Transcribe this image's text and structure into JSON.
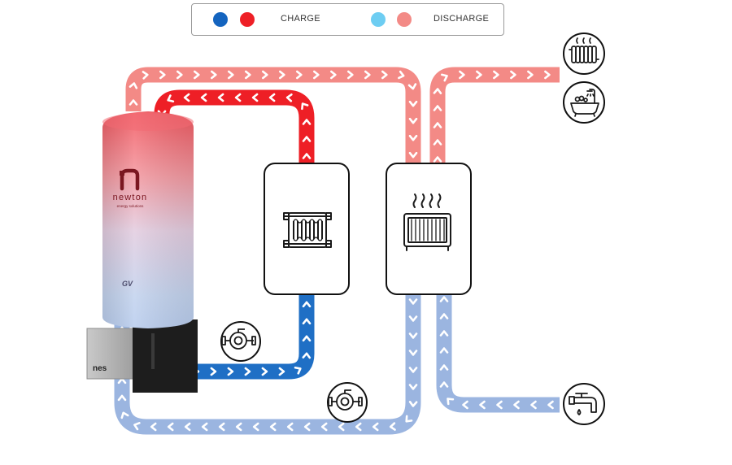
{
  "legend": {
    "charge_label": "CHARGE",
    "discharge_label": "DISCHARGE",
    "charge_colors": [
      "#1464bf",
      "#ee1f26"
    ],
    "discharge_colors": [
      "#6dcdf2",
      "#f38a86"
    ]
  },
  "tank": {
    "brand_name": "newton",
    "brand_tagline": "energy solutions",
    "model_mark": "GV",
    "base_mark": "nes"
  },
  "colors": {
    "charge_hot": "#ee1f26",
    "charge_cold": "#1f6fc5",
    "discharge_hot": "#f38a86",
    "discharge_cold": "#9bb5e0"
  },
  "components": [
    {
      "name": "heat-exchanger",
      "icon": "plate-heat-exchanger-icon"
    },
    {
      "name": "heat-pump",
      "icon": "heat-pump-icon"
    },
    {
      "name": "charge-pump",
      "icon": "circulation-pump-icon"
    },
    {
      "name": "discharge-pump",
      "icon": "circulation-pump-icon"
    },
    {
      "name": "radiator",
      "icon": "radiator-icon"
    },
    {
      "name": "bathtub",
      "icon": "bathtub-shower-icon"
    },
    {
      "name": "cold-water-tap",
      "icon": "water-tap-icon"
    }
  ]
}
